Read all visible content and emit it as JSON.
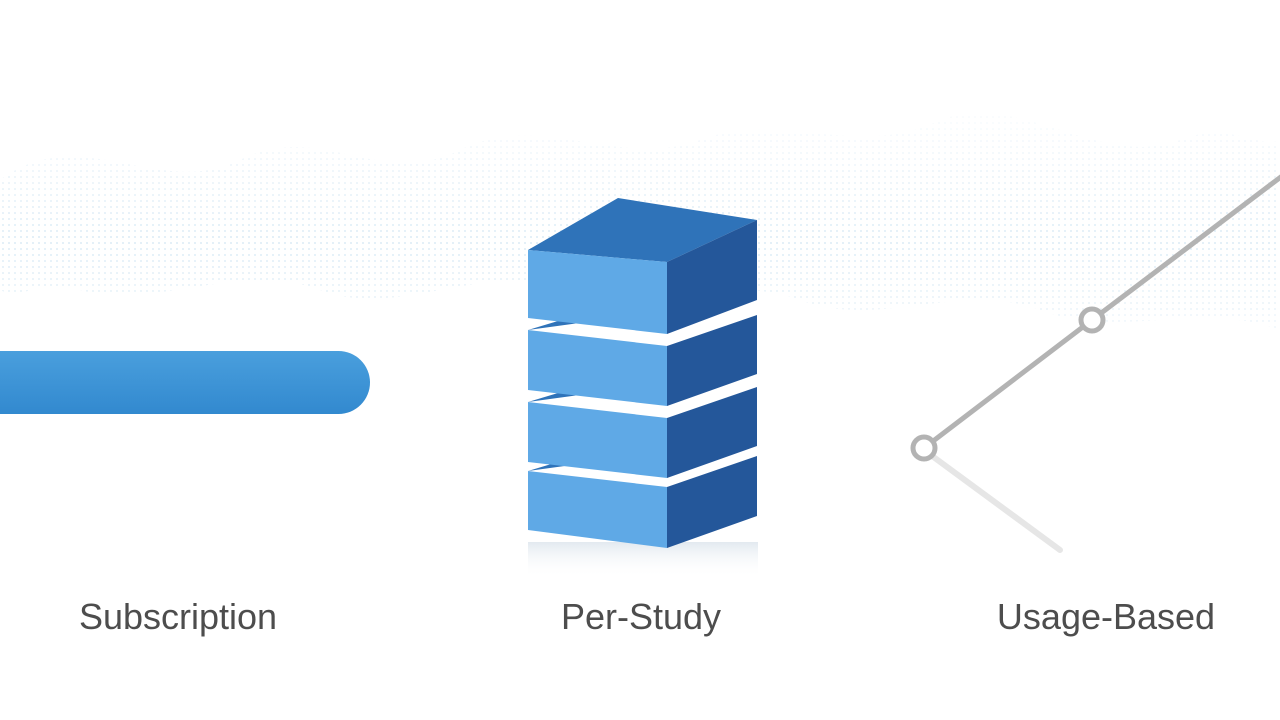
{
  "models": {
    "subscription": {
      "label": "Subscription",
      "icon": "horizontal-bar"
    },
    "per_study": {
      "label": "Per-Study",
      "icon": "stacked-blocks"
    },
    "usage_based": {
      "label": "Usage-Based",
      "icon": "rising-line-with-nodes"
    }
  },
  "colors": {
    "bar_blue": "#3a8fd6",
    "block_top": "#2f73b9",
    "block_front": "#5fa9e6",
    "block_side": "#24579a",
    "line_gray": "#b3b3b3",
    "label_text": "#4d4d4d",
    "background": "#ffffff"
  }
}
